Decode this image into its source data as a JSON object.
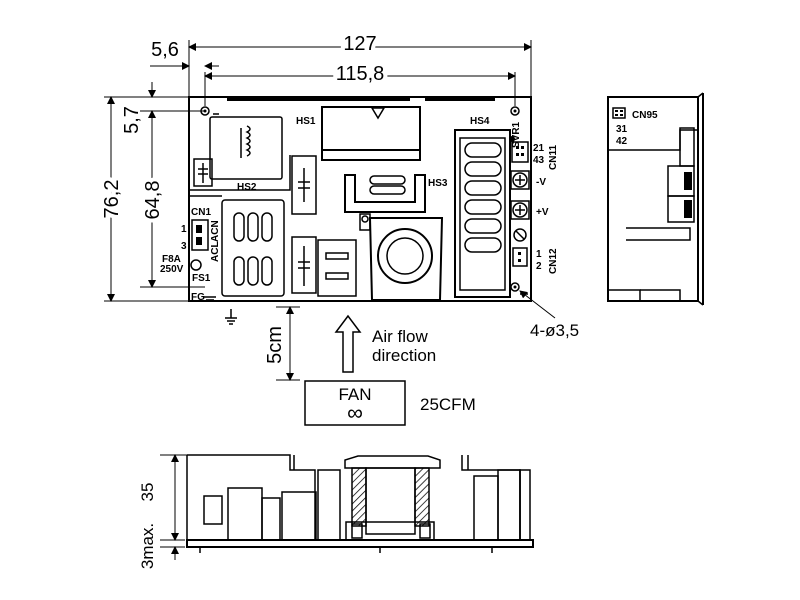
{
  "dimensions": {
    "overall_width": "127",
    "hole_spacing_width": "115,8",
    "hole_offset_x": "5,6",
    "hole_offset_y": "5,7",
    "overall_height": "76,2",
    "hole_spacing_height": "64,8",
    "fan_distance": "5cm",
    "component_height": "35",
    "standoff": "3max."
  },
  "components": {
    "hs1": "HS1",
    "hs2": "HS2",
    "hs3": "HS3",
    "hs4": "HS4",
    "svr1": "SVR1",
    "cn1": "CN1",
    "ac_n": "ACN",
    "ac_l": "ACL",
    "cn1_pin1": "1",
    "cn1_pin3": "3",
    "fuse_rating": "F8A",
    "fuse_voltage": "250V",
    "fs1": "FS1",
    "fg": "FG",
    "cn11": "CN11",
    "cn11_pins_top": "21",
    "cn11_pins_bottom": "43",
    "minus_v": "-V",
    "plus_v": "+V",
    "cn12": "CN12",
    "cn12_pin1": "1",
    "cn12_pin2": "2",
    "cn95": "CN95",
    "cn95_pins_top": "31",
    "cn95_pins_bottom": "42",
    "mounting_holes": "4-ø3,5"
  },
  "airflow": {
    "label_line1": "Air flow",
    "label_line2": "direction",
    "fan_label": "FAN",
    "fan_symbol": "∞",
    "fan_rating": "25CFM"
  }
}
